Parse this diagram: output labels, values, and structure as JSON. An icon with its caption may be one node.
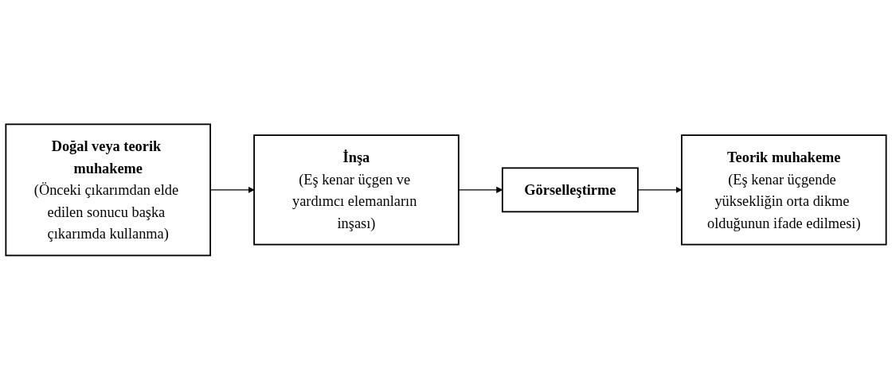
{
  "diagram": {
    "nodes": [
      {
        "text": [
          "Doğal veya teorik muhakeme",
          "(Önceki çıkarımdan elde edilen sonucu başka çıkarımda kullanma)"
        ]
      },
      {
        "text": [
          "İnşa",
          "(Eş kenar üçgen ve yardımcı elemanların inşası)"
        ]
      },
      {
        "text": [
          "Görselleştirme"
        ]
      },
      {
        "text": [
          "Teorik muhakeme",
          "(Eş kenar üçgende yüksekliğin orta dikme olduğunun ifade edilmesi)"
        ]
      }
    ],
    "edges": [
      {
        "from": 0,
        "to": 1,
        "arrow": "to"
      },
      {
        "from": 1,
        "to": 2,
        "arrow": "to"
      },
      {
        "from": 2,
        "to": 3,
        "arrow": "to"
      }
    ]
  }
}
